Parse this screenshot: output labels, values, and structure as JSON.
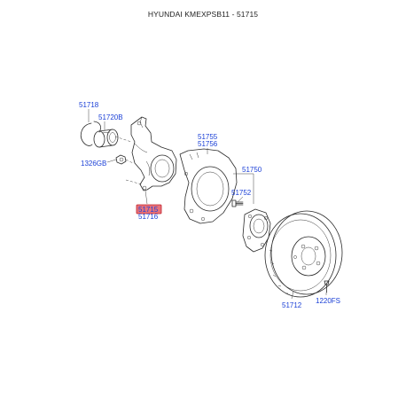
{
  "title": "HYUNDAI KMEXPSB11 - 51715",
  "labels": {
    "p51718": "51718",
    "p51720b": "51720B",
    "p1326gb": "1326GB",
    "p51715": "51715",
    "p51716": "51716",
    "p51755": "51755",
    "p51756": "51756",
    "p51750": "51750",
    "p51752": "51752",
    "p51712": "51712",
    "p1220fs": "1220FS"
  },
  "colors": {
    "label": "#1a3fd6",
    "highlight_fill": "#e8737a",
    "highlight_stroke": "#c0202a",
    "line": "#2a2a2a"
  }
}
